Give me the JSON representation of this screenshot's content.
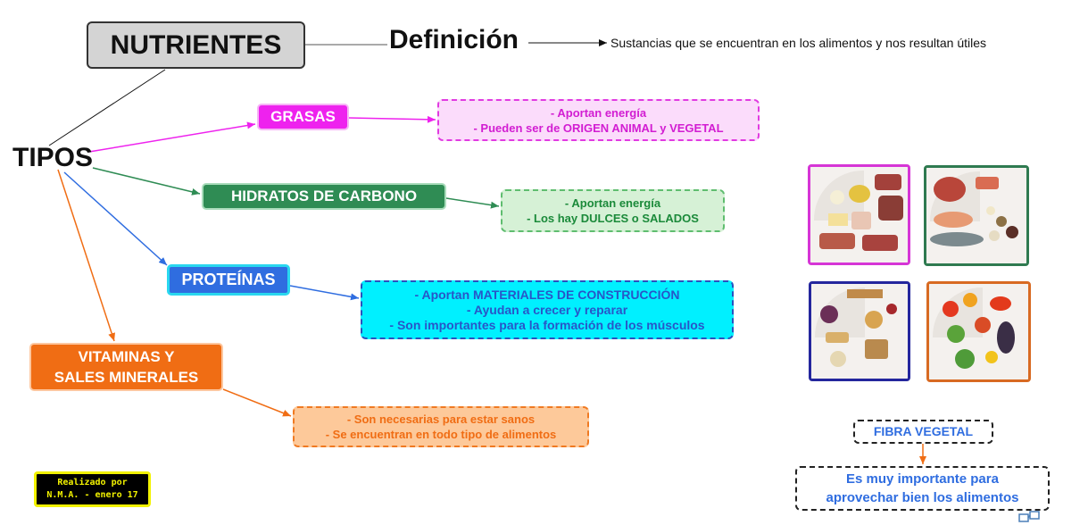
{
  "title": "NUTRIENTES",
  "definicion": {
    "label": "Definición",
    "text": "Sustancias que se encuentran en los alimentos y nos resultan útiles"
  },
  "tipos_label": "TIPOS",
  "tipos": [
    {
      "name": "GRASAS",
      "info": [
        "- Aportan energía",
        "- Pueden ser de ORIGEN ANIMAL y VEGETAL"
      ],
      "color": "#ee22ee"
    },
    {
      "name": "HIDRATOS DE CARBONO",
      "info": [
        "- Aportan energía",
        "- Los hay DULCES o SALADOS"
      ],
      "color": "#2f8c54"
    },
    {
      "name": "PROTEÍNAS",
      "info": [
        "- Aportan MATERIALES DE CONSTRUCCIÓN",
        "- Ayudan a crecer y reparar",
        "- Son importantes para la formación de los músculos"
      ],
      "color": "#2f6de0"
    },
    {
      "name_lines": [
        "VITAMINAS Y",
        "SALES MINERALES"
      ],
      "info": [
        "- Son necesarias para estar sanos",
        "- Se encuentran en todo tipo de alimentos"
      ],
      "color": "#f06d14"
    }
  ],
  "fibra": {
    "label": "FIBRA VEGETAL",
    "desc": [
      "Es muy importante para",
      "aprovechar bien los alimentos"
    ]
  },
  "credit": [
    "Realizado por",
    "N.M.A. - enero 17"
  ],
  "photos": [
    "grasas-food-photo",
    "proteinas-food-photo",
    "hidratos-food-photo",
    "vitaminas-food-photo"
  ]
}
